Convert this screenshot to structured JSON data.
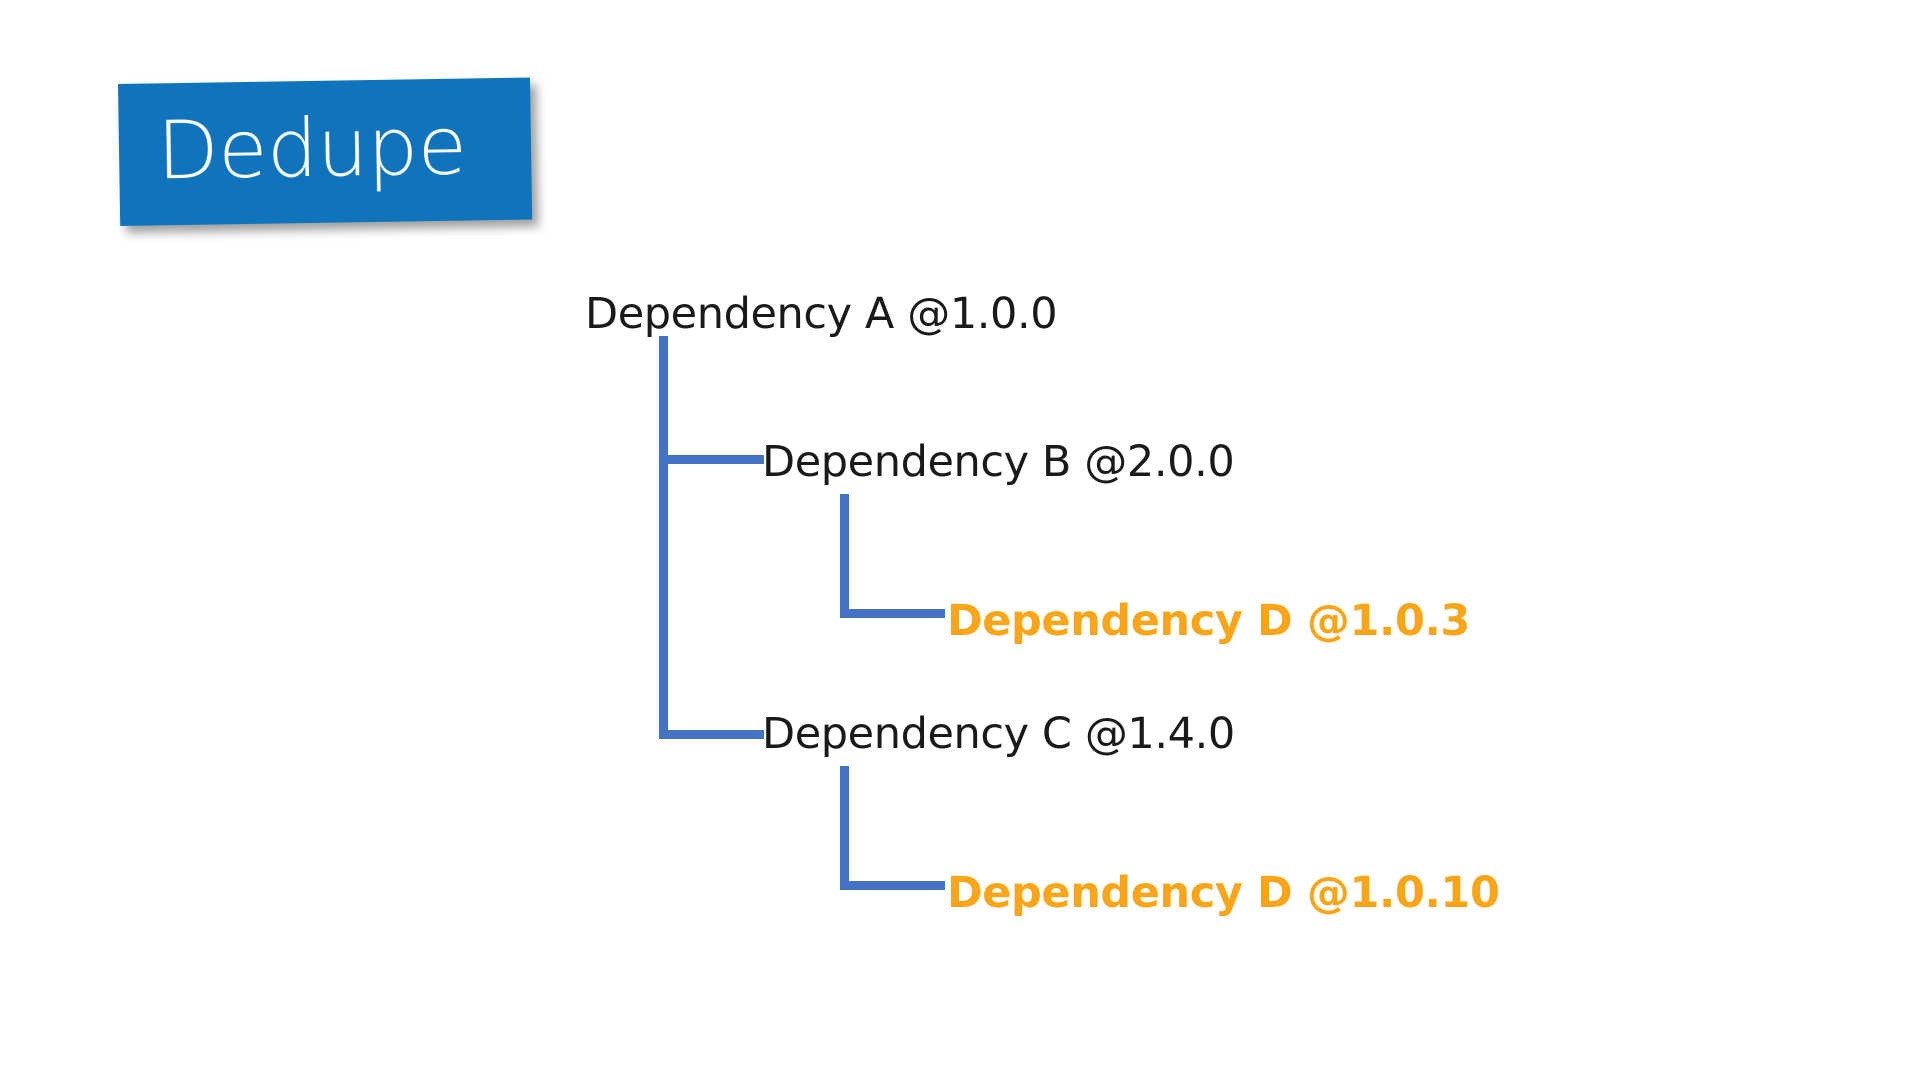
{
  "slide": {
    "background_color": "#FFFFFF",
    "title": {
      "text": "Dedupe",
      "banner_color": "#0F74BC",
      "text_color": "#FFFFFF"
    }
  },
  "colors": {
    "banner_blue": "#0F74BC",
    "connector_blue": "#4472C4",
    "highlight_orange": "#F9A51A",
    "text_black": "#1A1A1A"
  },
  "tree": {
    "nodes": [
      {
        "id": "a",
        "label": "Dependency A @1.0.0",
        "name": "Dependency A",
        "version": "1.0.0",
        "depth": 0,
        "highlighted": false
      },
      {
        "id": "b",
        "label": "Dependency B @2.0.0",
        "name": "Dependency B",
        "version": "2.0.0",
        "depth": 1,
        "highlighted": false
      },
      {
        "id": "d1",
        "label": "Dependency D @1.0.3",
        "name": "Dependency D",
        "version": "1.0.3",
        "depth": 2,
        "highlighted": true
      },
      {
        "id": "c",
        "label": "Dependency C @1.4.0",
        "name": "Dependency C",
        "version": "1.4.0",
        "depth": 1,
        "highlighted": false
      },
      {
        "id": "d2",
        "label": "Dependency D @1.0.10",
        "name": "Dependency D",
        "version": "1.0.10",
        "depth": 2,
        "highlighted": true
      }
    ]
  }
}
